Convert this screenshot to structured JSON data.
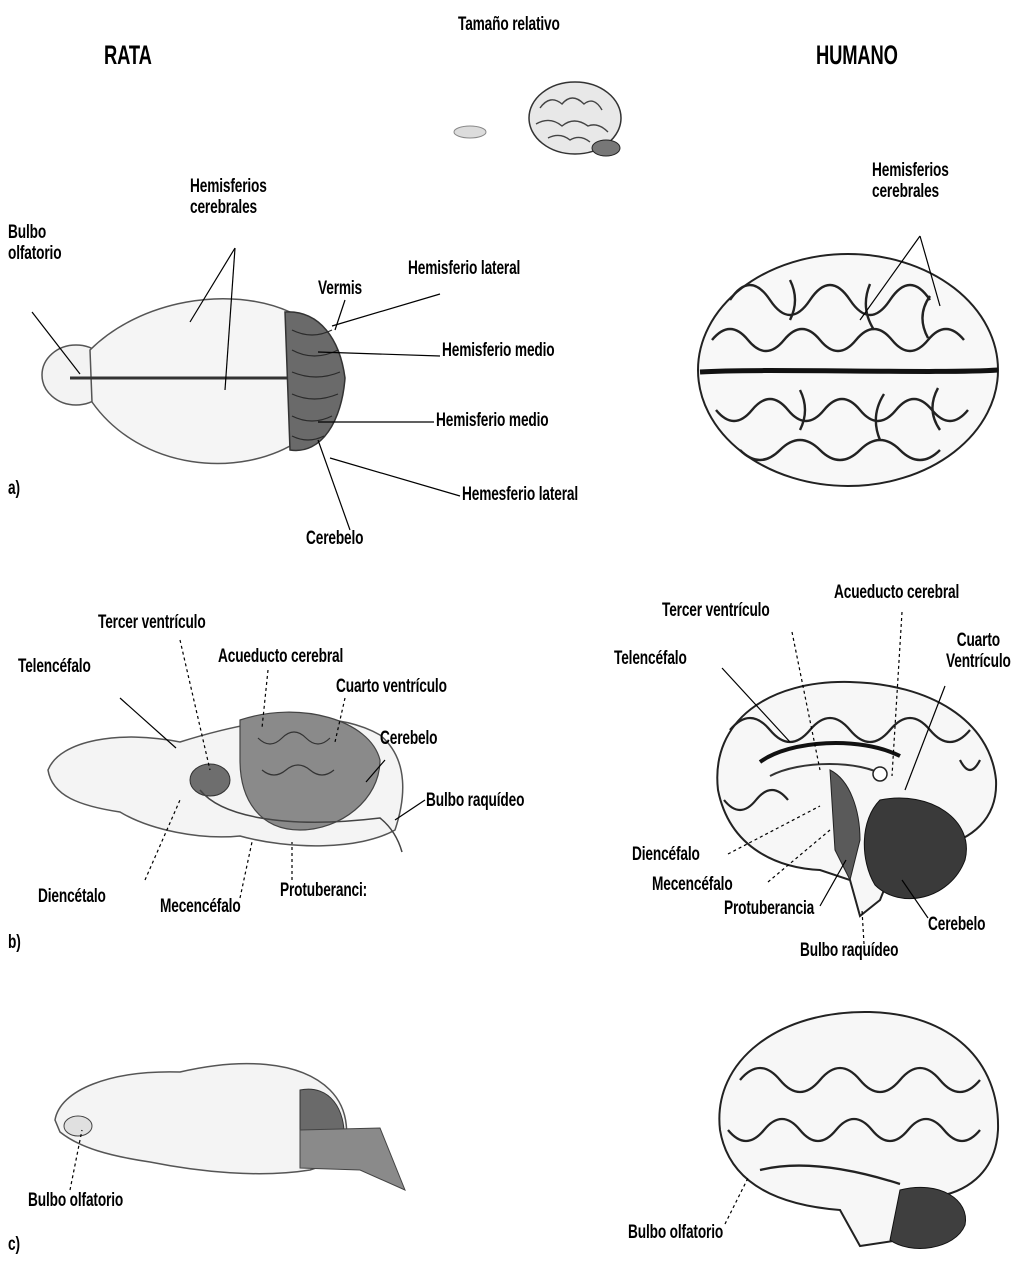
{
  "headers": {
    "rat": "RATA",
    "human": "HUMANO",
    "relative_size": "Tamaño relativo"
  },
  "panel_letters": {
    "a": "a)",
    "b": "b)",
    "c": "c)"
  },
  "panel_a": {
    "rat": {
      "olfactory_bulb": "Bulbo\nolfatorio",
      "hemispheres": "Hemisferios\ncerebrales",
      "vermis": "Vermis",
      "lateral_hemisphere_top": "Hemisferio lateral",
      "middle_hemisphere_1": "Hemisferio medio",
      "middle_hemisphere_2": "Hemisferio medio",
      "lateral_hemisphere_bottom": "Hemesferio lateral",
      "cerebellum": "Cerebelo"
    },
    "human": {
      "hemispheres": "Hemisferios\ncerebrales"
    }
  },
  "panel_b": {
    "rat": {
      "third_ventricle": "Tercer ventrículo",
      "telencephalon": "Telencéfalo",
      "aqueduct": "Acueducto cerebral",
      "fourth_ventricle": "Cuarto ventrículo",
      "cerebellum": "Cerebelo",
      "medulla": "Bulbo raquídeo",
      "diencephalon": "Diencétalo",
      "mesencephalon": "Mecencéfalo",
      "pons": "Protuberanci:"
    },
    "human": {
      "aqueduct": "Acueducto cerebral",
      "third_ventricle": "Tercer ventrículo",
      "fourth_ventricle": "Cuarto\nVentrículo",
      "telencephalon": "Telencéfalo",
      "diencephalon": "Diencéfalo",
      "mesencephalon": "Mecencéfalo",
      "pons": "Protuberancia",
      "cerebellum": "Cerebelo",
      "medulla": "Bulbo raquídeo"
    }
  },
  "panel_c": {
    "rat": {
      "olfactory_bulb": "Bulbo olfatorio"
    },
    "human": {
      "olfactory_bulb": "Bulbo olfatorio"
    }
  }
}
